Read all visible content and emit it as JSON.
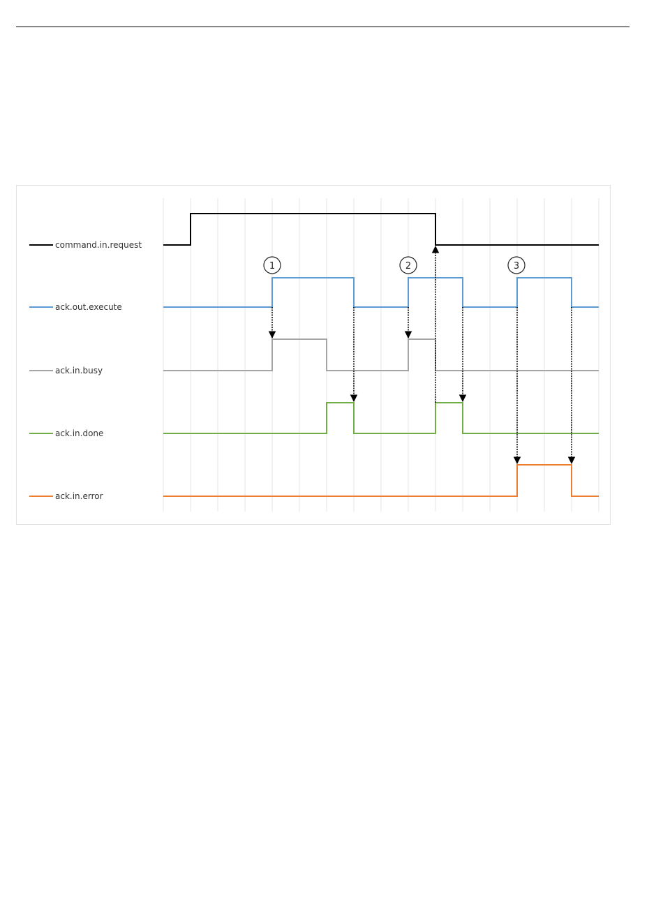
{
  "diagram": {
    "type": "timing",
    "time_steps": 16,
    "signals": [
      {
        "name": "command.in.request",
        "color": "#000000",
        "high_intervals": [
          [
            1,
            10
          ]
        ]
      },
      {
        "name": "ack.out.execute",
        "color": "#5b9bd5",
        "high_intervals": [
          [
            4,
            7
          ],
          [
            9,
            11
          ],
          [
            13,
            15
          ]
        ]
      },
      {
        "name": "ack.in.busy",
        "color": "#a5a5a5",
        "high_intervals": [
          [
            4,
            6
          ],
          [
            9,
            10
          ]
        ]
      },
      {
        "name": "ack.in.done",
        "color": "#70ad47",
        "high_intervals": [
          [
            6,
            7
          ],
          [
            10,
            11
          ]
        ]
      },
      {
        "name": "ack.in.error",
        "color": "#ed7d31",
        "high_intervals": [
          [
            13,
            15
          ]
        ]
      }
    ],
    "arrows": [
      {
        "t": 4,
        "from": 1,
        "to": 2
      },
      {
        "t": 7,
        "from": 1,
        "to": 3
      },
      {
        "t": 9,
        "from": 1,
        "to": 2
      },
      {
        "t": 10,
        "from": 3,
        "to": 0
      },
      {
        "t": 11,
        "from": 1,
        "to": 3
      },
      {
        "t": 13,
        "from": 1,
        "to": 4
      },
      {
        "t": 15,
        "from": 1,
        "to": 4
      }
    ],
    "markers": [
      {
        "label": "1",
        "t": 4
      },
      {
        "label": "2",
        "t": 9
      },
      {
        "label": "3",
        "t": 13
      }
    ]
  }
}
